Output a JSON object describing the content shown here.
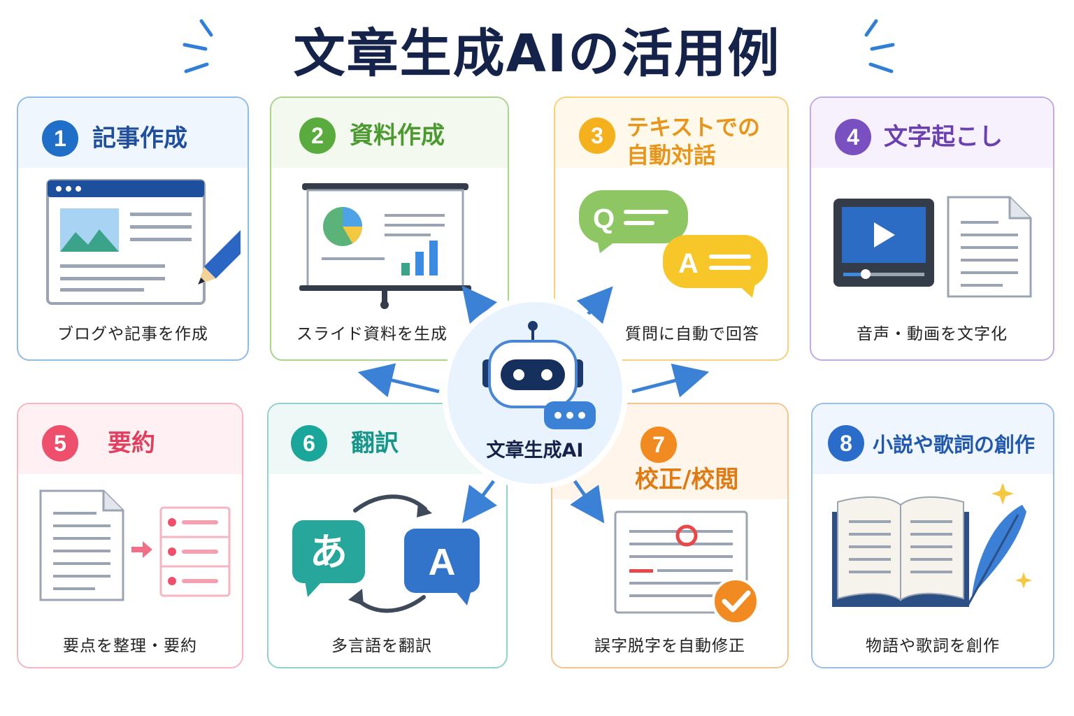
{
  "title": "文章生成AIの活用例",
  "center_label": "文章生成AI",
  "cards": [
    {
      "num": "1",
      "title": "記事作成",
      "desc": "ブログや記事を作成",
      "color": "#1f6fc9",
      "border": "#8fbbe9",
      "head": "#f0f6fd"
    },
    {
      "num": "2",
      "title": "資料作成",
      "desc": "スライド資料を生成",
      "color": "#5aab3e",
      "border": "#a8d48e",
      "head": "#f3f9ee"
    },
    {
      "num": "3",
      "title_line1": "テキストでの",
      "title_line2": "自動対話",
      "desc": "質問に自動で回答",
      "color": "#f5a623",
      "border": "#f6d07a",
      "head": "#fef9ea"
    },
    {
      "num": "4",
      "title": "文字起こし",
      "desc": "音声・動画を文字化",
      "color": "#7a4fc0",
      "border": "#c2aae3",
      "head": "#f6f1fc"
    },
    {
      "num": "5",
      "title": "要約",
      "desc": "要点を整理・要約",
      "color": "#ee4f6d",
      "border": "#f5b5c1",
      "head": "#fff1f3"
    },
    {
      "num": "6",
      "title": "翻訳",
      "desc": "多言語を翻訳",
      "color": "#1aa69a",
      "border": "#8fd2ca",
      "head": "#eef8f7"
    },
    {
      "num": "7",
      "title": "校正/校閲",
      "desc": "誤字脱字を自動修正",
      "color": "#f08a21",
      "border": "#f5c48d",
      "head": "#fff5eb"
    },
    {
      "num": "8",
      "title": "小説や歌詞の創作",
      "desc": "物語や歌詞を創作",
      "color": "#2a6cc9",
      "border": "#98bde8",
      "head": "#f0f6fd"
    }
  ],
  "illustrations": {
    "qa_q": "Q",
    "qa_a": "A",
    "translate_ja": "あ",
    "translate_en": "A"
  }
}
